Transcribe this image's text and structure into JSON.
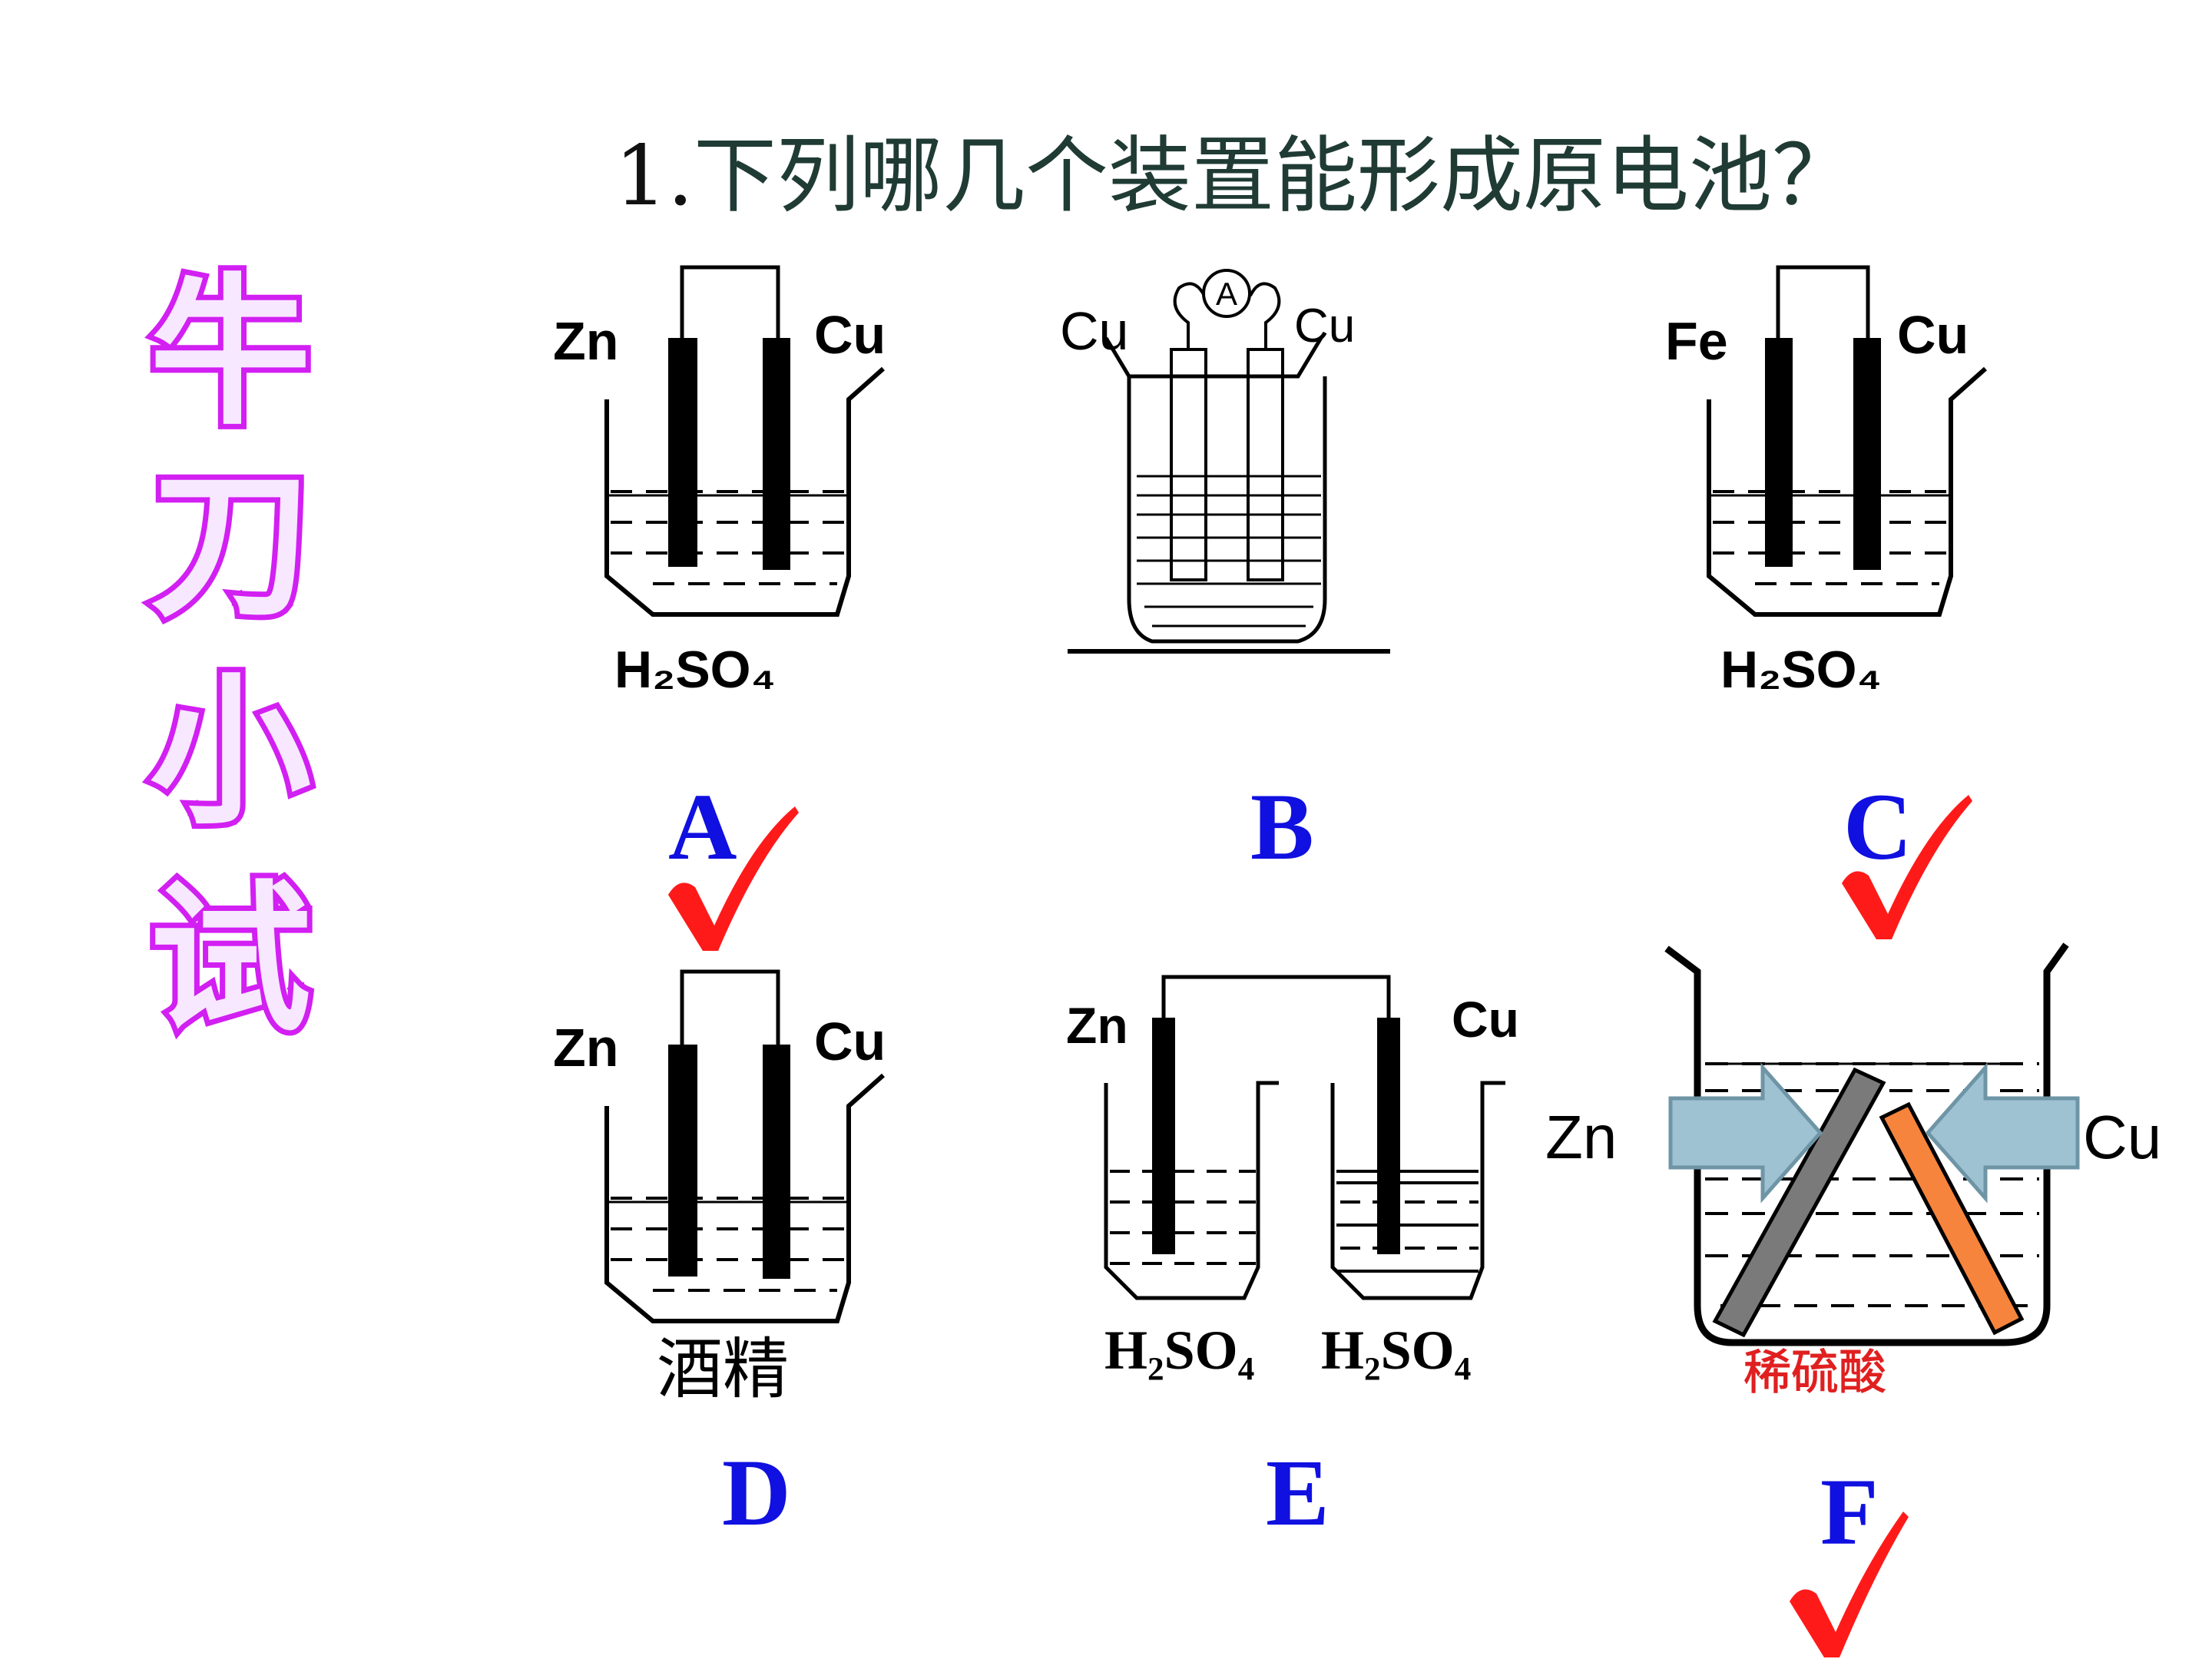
{
  "question": {
    "number": "1.",
    "text": "下列哪几个装置能形成原电池？"
  },
  "side_title": [
    "牛",
    "刀",
    "小",
    "试"
  ],
  "colors": {
    "option_letter": "#1010e0",
    "check": "#ff1a1a",
    "side_title": "#d21ff2",
    "acid_label_F": "#e02020"
  },
  "devices": [
    {
      "letter": "A",
      "left_electrode": "Zn",
      "right_electrode": "Cu",
      "solution": "H₂SO₄",
      "checked": true
    },
    {
      "letter": "B",
      "left_electrode": "Cu",
      "right_electrode": "Cu",
      "meter": "A",
      "checked": false
    },
    {
      "letter": "C",
      "left_electrode": "Fe",
      "right_electrode": "Cu",
      "solution": "H₂SO₄",
      "checked": true
    },
    {
      "letter": "D",
      "left_electrode": "Zn",
      "right_electrode": "Cu",
      "solution": "酒精",
      "checked": false
    },
    {
      "letter": "E",
      "left_electrode": "Zn",
      "right_electrode": "Cu",
      "solution_left": "H₂SO₄",
      "solution_right": "H₂SO₄",
      "checked": false
    },
    {
      "letter": "F",
      "left_electrode": "Zn",
      "right_electrode": "Cu",
      "solution": "稀硫酸",
      "checked": true
    }
  ]
}
